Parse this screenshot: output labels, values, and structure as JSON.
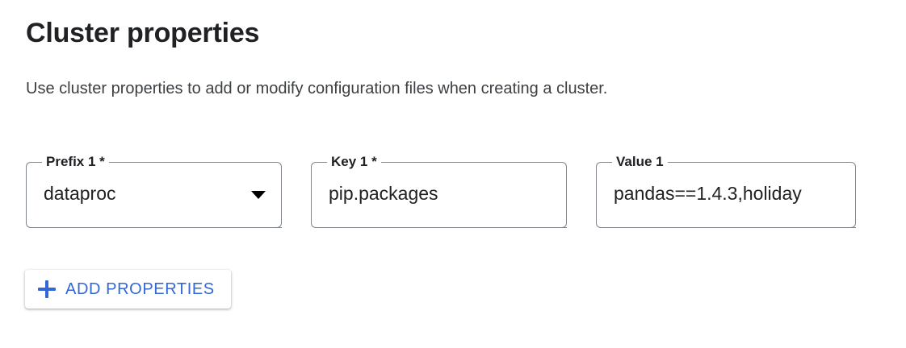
{
  "section": {
    "title": "Cluster properties",
    "description": "Use cluster properties to add or modify configuration files when creating a cluster."
  },
  "fields": [
    {
      "name": "prefix",
      "label": "Prefix 1 *",
      "value": "dataproc",
      "control": "select",
      "icon": "chevron-down-icon"
    },
    {
      "name": "key",
      "label": "Key 1 *",
      "value": "pip.packages",
      "control": "text"
    },
    {
      "name": "value",
      "label": "Value 1",
      "value": "pandas==1.4.3,holiday",
      "control": "text"
    }
  ],
  "actions": {
    "add_properties_label": "ADD PROPERTIES",
    "add_properties_icon": "plus-icon"
  },
  "colors": {
    "accent_blue": "#3367d6",
    "text_primary": "#202124",
    "text_secondary": "#3c4043",
    "field_border": "#80868b",
    "background": "#ffffff"
  }
}
